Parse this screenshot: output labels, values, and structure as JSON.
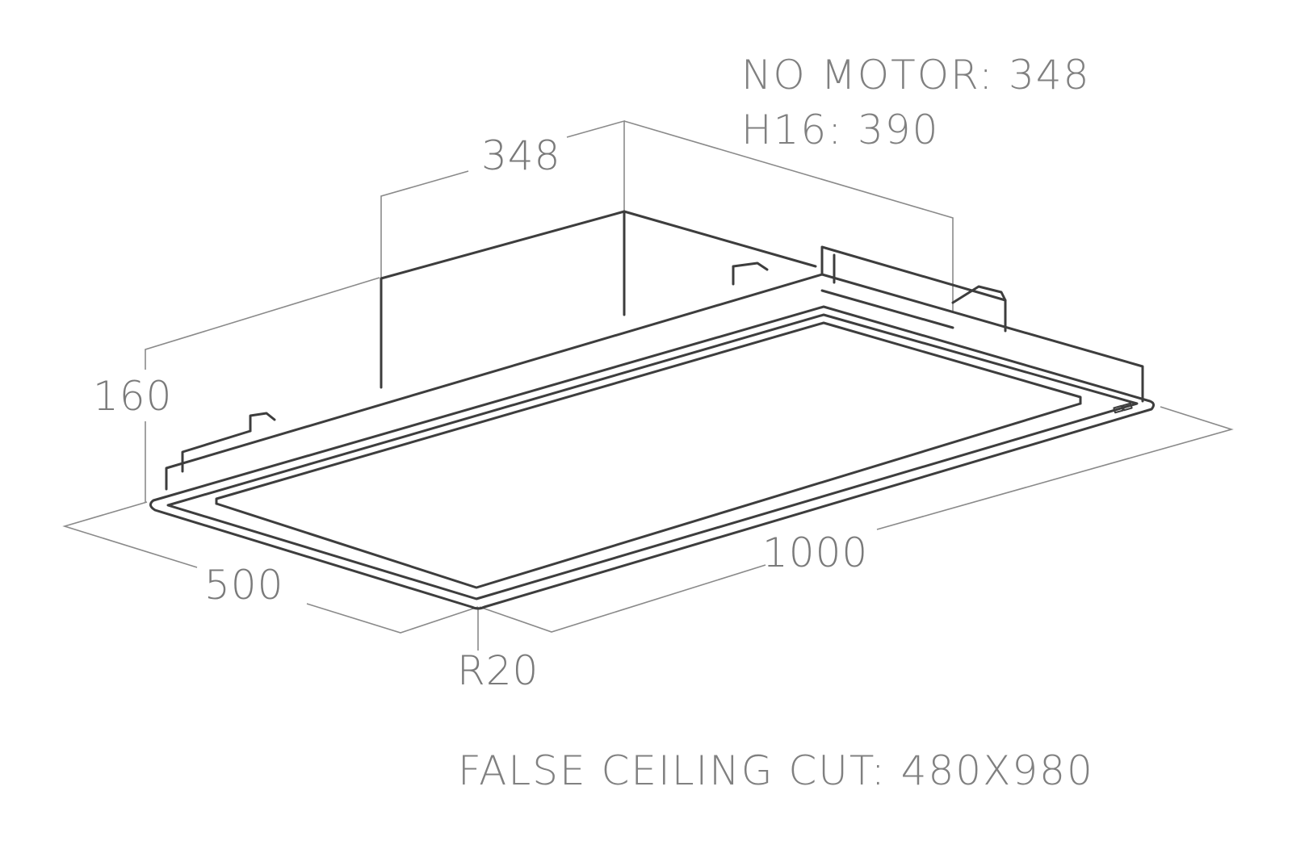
{
  "diagram": {
    "subject": "Built-in ceiling cooker hood technical drawing",
    "notes": {
      "no_motor": "NO MOTOR: 348",
      "h16": "H16: 390",
      "false_ceiling_cut": "FALSE CEILING CUT: 480X980"
    },
    "dimensions": {
      "height_body": "348",
      "height_frame": "160",
      "depth": "500",
      "width": "1000",
      "corner_radius": "R20"
    },
    "colors": {
      "object_lines": "#3d3d3d",
      "dimension_lines": "#8a8a8a",
      "text": "#7a7a7a",
      "background": "#ffffff"
    }
  }
}
